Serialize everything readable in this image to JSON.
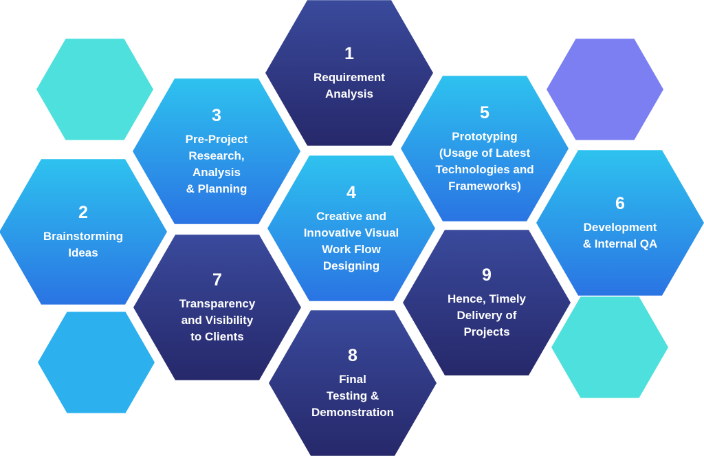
{
  "colors": {
    "navy_top": "#3a4a9c",
    "navy_bottom": "#26286a",
    "blue_top": "#2ec2ef",
    "blue_bottom": "#2a74e3",
    "teal": "#4ee0dc",
    "lightblue": "#2cb0ee",
    "purple": "#7b7ff2"
  },
  "steps": [
    {
      "id": "1",
      "number": "1",
      "label": "Requirement\nAnalysis",
      "style": "navy"
    },
    {
      "id": "2",
      "number": "2",
      "label": "Brainstorming\nIdeas",
      "style": "blue"
    },
    {
      "id": "3",
      "number": "3",
      "label": "Pre-Project\nResearch,\nAnalysis\n& Planning",
      "style": "blue"
    },
    {
      "id": "4",
      "number": "4",
      "label": "Creative and\nInnovative Visual\nWork Flow\nDesigning",
      "style": "blue"
    },
    {
      "id": "5",
      "number": "5",
      "label": "Prototyping\n(Usage of Latest\nTechnologies and\nFrameworks)",
      "style": "blue"
    },
    {
      "id": "6",
      "number": "6",
      "label": "Development\n& Internal QA",
      "style": "blue"
    },
    {
      "id": "7",
      "number": "7",
      "label": "Transparency\nand Visibility\nto Clients",
      "style": "navy"
    },
    {
      "id": "8",
      "number": "8",
      "label": "Final\nTesting &\nDemonstration",
      "style": "navy"
    },
    {
      "id": "9",
      "number": "9",
      "label": "Hence, Timely\nDelivery of\nProjects",
      "style": "navy"
    }
  ],
  "decorations": [
    {
      "id": "a",
      "style": "teal"
    },
    {
      "id": "b",
      "style": "lightblue"
    },
    {
      "id": "c",
      "style": "purple"
    },
    {
      "id": "d",
      "style": "teal"
    }
  ]
}
